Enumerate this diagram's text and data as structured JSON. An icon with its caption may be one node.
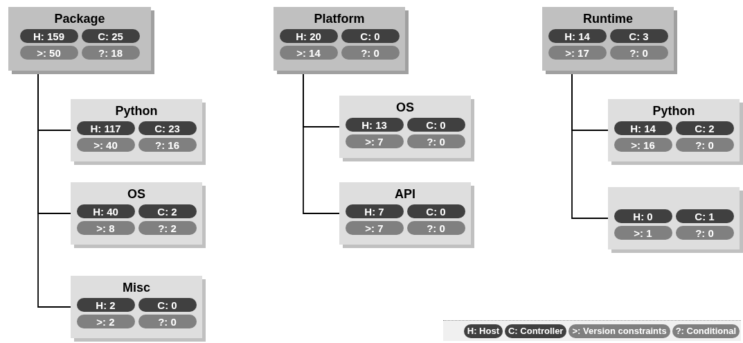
{
  "diagram": {
    "nodes": [
      {
        "text": [
          "Package"
        ]
      },
      {
        "text": [
          "H: 159"
        ],
        "in": 0
      },
      {
        "text": [
          "C: 25"
        ],
        "in": 0
      },
      {
        "text": [
          ">: 50"
        ],
        "in": 0
      },
      {
        "text": [
          "?: 18"
        ],
        "in": 0
      },
      {
        "text": [
          "Python"
        ]
      },
      {
        "text": [
          "H: 117"
        ],
        "in": 5
      },
      {
        "text": [
          "C: 23"
        ],
        "in": 5
      },
      {
        "text": [
          ">: 40"
        ],
        "in": 5
      },
      {
        "text": [
          "?: 16"
        ],
        "in": 5
      },
      {
        "text": [
          "OS"
        ]
      },
      {
        "text": [
          "H: 40"
        ],
        "in": 10
      },
      {
        "text": [
          "C: 2"
        ],
        "in": 10
      },
      {
        "text": [
          ">: 8"
        ],
        "in": 10
      },
      {
        "text": [
          "?: 2"
        ],
        "in": 10
      },
      {
        "text": [
          "Misc"
        ]
      },
      {
        "text": [
          "H: 2"
        ],
        "in": 15
      },
      {
        "text": [
          "C: 0"
        ],
        "in": 15
      },
      {
        "text": [
          ">: 2"
        ],
        "in": 15
      },
      {
        "text": [
          "?: 0"
        ],
        "in": 15
      },
      {
        "text": [
          "Platform"
        ]
      },
      {
        "text": [
          "H: 20"
        ],
        "in": 20
      },
      {
        "text": [
          "C: 0"
        ],
        "in": 20
      },
      {
        "text": [
          ">: 14"
        ],
        "in": 20
      },
      {
        "text": [
          "?: 0"
        ],
        "in": 20
      },
      {
        "text": [
          "OS"
        ]
      },
      {
        "text": [
          "H: 13"
        ],
        "in": 25
      },
      {
        "text": [
          "C: 0"
        ],
        "in": 25
      },
      {
        "text": [
          ">: 7"
        ],
        "in": 25
      },
      {
        "text": [
          "?: 0"
        ],
        "in": 25
      },
      {
        "text": [
          "API"
        ]
      },
      {
        "text": [
          "H: 7"
        ],
        "in": 30
      },
      {
        "text": [
          "C: 0"
        ],
        "in": 30
      },
      {
        "text": [
          ">: 7"
        ],
        "in": 30
      },
      {
        "text": [
          "?: 0"
        ],
        "in": 30
      },
      {
        "text": [
          "Runtime"
        ]
      },
      {
        "text": [
          "H: 14"
        ],
        "in": 35
      },
      {
        "text": [
          "C: 3"
        ],
        "in": 35
      },
      {
        "text": [
          ">: 17"
        ],
        "in": 35
      },
      {
        "text": [
          "?: 0"
        ],
        "in": 35
      },
      {
        "text": [
          "Python"
        ]
      },
      {
        "text": [
          "H: 14"
        ],
        "in": 40
      },
      {
        "text": [
          "C: 2"
        ],
        "in": 40
      },
      {
        "text": [
          ">: 16"
        ],
        "in": 40
      },
      {
        "text": [
          "?: 0"
        ],
        "in": 40
      },
      {
        "text": [],
        "shape": "box"
      },
      {
        "text": [
          "H: 0"
        ],
        "in": 45
      },
      {
        "text": [
          "C: 1"
        ],
        "in": 45
      },
      {
        "text": [
          ">: 1"
        ],
        "in": 45
      },
      {
        "text": [
          "?: 0"
        ],
        "in": 45
      }
    ],
    "edges": [
      {
        "from": 0,
        "to": 5,
        "arrow": "none"
      },
      {
        "from": 0,
        "to": 10,
        "arrow": "none"
      },
      {
        "from": 0,
        "to": 15,
        "arrow": "none"
      },
      {
        "from": 20,
        "to": 25,
        "arrow": "none"
      },
      {
        "from": 20,
        "to": 30,
        "arrow": "none"
      },
      {
        "from": 35,
        "to": 40,
        "arrow": "none"
      },
      {
        "from": 35,
        "to": 45,
        "arrow": "none"
      }
    ],
    "legend": [
      {
        "text": "H: Host",
        "color": "#404040"
      },
      {
        "text": "C: Controller",
        "color": "#404040"
      },
      {
        "text": ">: Version constraints",
        "color": "#808080"
      },
      {
        "text": "?: Conditional",
        "color": "#808080"
      }
    ]
  }
}
